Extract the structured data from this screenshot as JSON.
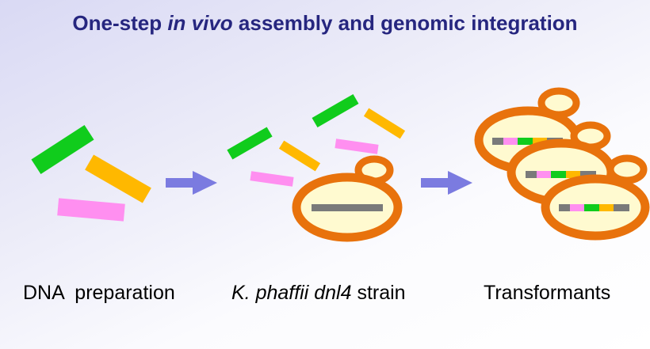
{
  "title": {
    "part1": "One-step ",
    "italic": "in vivo",
    "part2": " assembly and genomic integration"
  },
  "labels": {
    "dna_preparation": "DNA  preparation",
    "strain_species": "K. phaffii",
    "strain_gene": "dnl4",
    "strain_suffix": " strain",
    "transformants": "Transformants"
  },
  "colors": {
    "title": "#26267f",
    "green_fragment": "#10cc1c",
    "orange_fragment": "#ffb800",
    "pink_fragment": "#ff8ff0",
    "arrow": "#7b7be0",
    "cell_wall": "#e8720c",
    "cell_interior": "#fffad0",
    "chromosome": "#7a7a7a"
  }
}
